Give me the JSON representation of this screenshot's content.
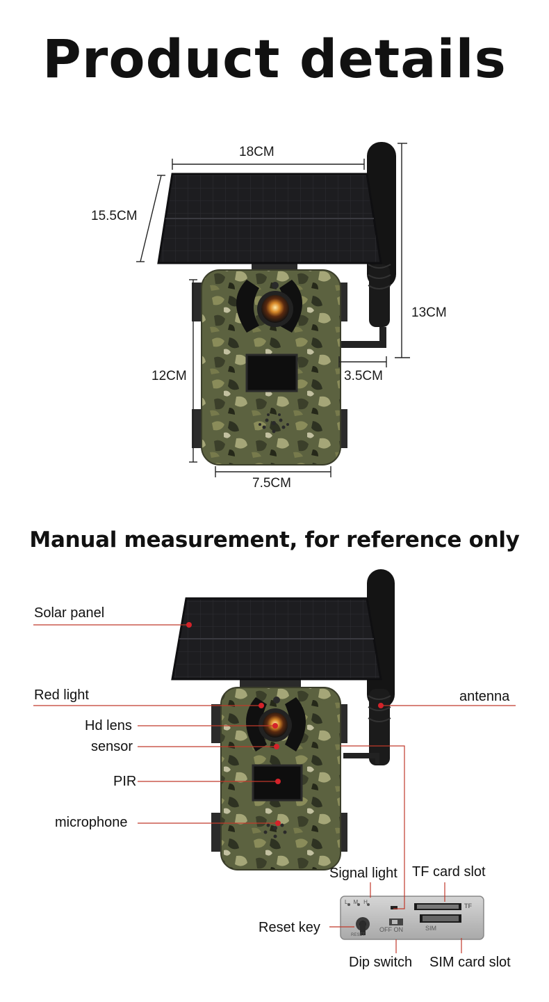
{
  "page": {
    "title": "Product details",
    "subtitle": "Manual measurement, for reference only"
  },
  "dimensions": {
    "panel_width": "18CM",
    "panel_depth": "15.5CM",
    "antenna_height": "13CM",
    "body_height": "12CM",
    "antenna_offset": "3.5CM",
    "body_width": "7.5CM"
  },
  "labels": {
    "solar_panel": "Solar panel",
    "red_light": "Red light",
    "hd_lens": "Hd lens",
    "sensor": "sensor",
    "pir": "PIR",
    "microphone": "microphone",
    "antenna": "antenna",
    "signal_light": "Signal light",
    "tf_card_slot": "TF card slot",
    "reset_key": "Reset key",
    "dip_switch": "Dip switch",
    "sim_card_slot": "SIM card slot"
  },
  "control_panel_print": {
    "led_marks": [
      "L",
      "M",
      "H"
    ],
    "switch_text": "OFF ON",
    "reset_text": "RESET",
    "tf_text": "TF",
    "sim_text": "SIM"
  },
  "colors": {
    "callout_line": "#c0392b",
    "callout_dot": "#d4232a",
    "solar_panel": "#1c1c1e",
    "camo_base": "#5c6240"
  },
  "icons": [
    "solar-panel-graphic",
    "antenna-graphic",
    "camera-body-graphic",
    "lens-icon",
    "pir-window-icon",
    "microphone-grille-icon",
    "control-panel-graphic"
  ]
}
